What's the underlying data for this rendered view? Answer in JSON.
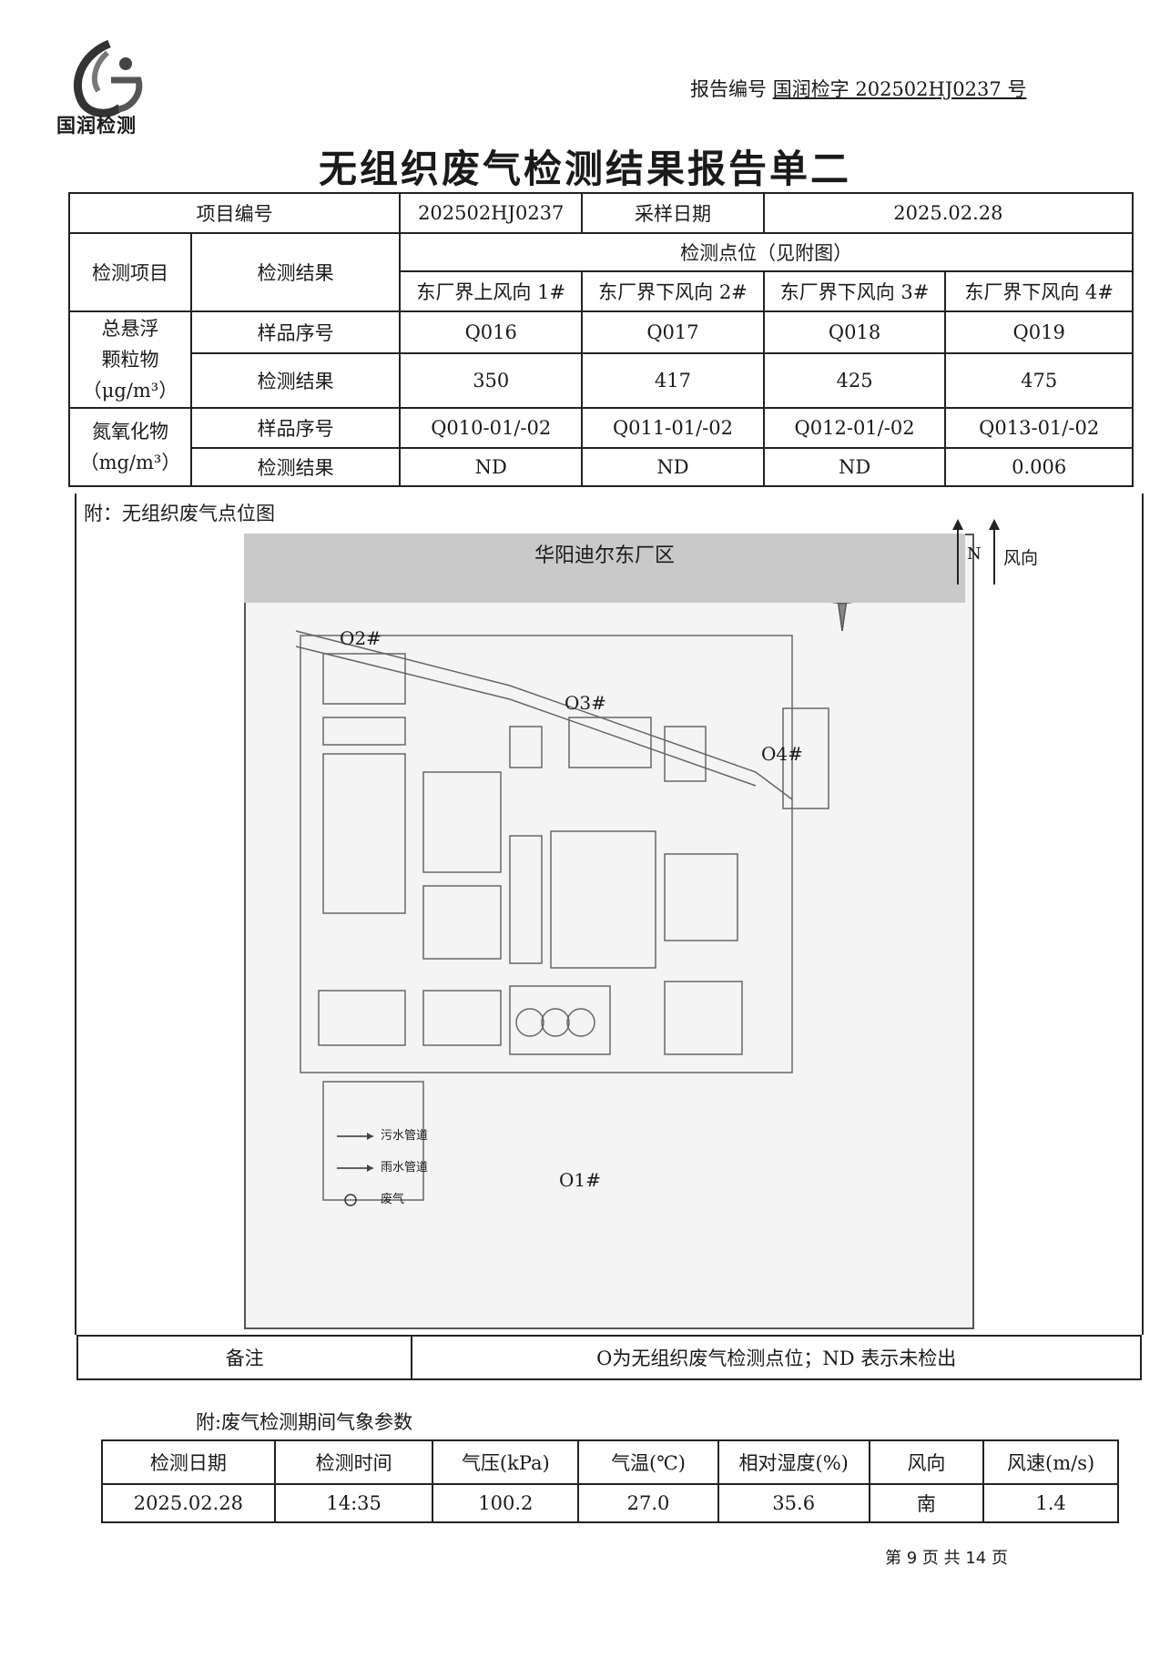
{
  "header": {
    "logo_text": "国润检测",
    "report_no_label": "报告编号",
    "report_no_value": "国润检字 202502HJ0237 号",
    "title": "无组织废气检测结果报告单二"
  },
  "meta": {
    "project_no_label": "项目编号",
    "project_no_value": "202502HJ0237",
    "sampling_date_label": "采样日期",
    "sampling_date_value": "2025.02.28"
  },
  "results": {
    "col_item": "检测项目",
    "col_result": "检测结果",
    "col_points": "检测点位（见附图）",
    "points": [
      "东厂界上风向 1#",
      "东厂界下风向 2#",
      "东厂界下风向 3#",
      "东厂界下风向 4#"
    ],
    "rows": [
      {
        "item_line1": "总悬浮",
        "item_line2": "颗粒物",
        "item_line3": "（μg/m³）",
        "sample_label": "样品序号",
        "samples": [
          "Q016",
          "Q017",
          "Q018",
          "Q019"
        ],
        "result_label": "检测结果",
        "values": [
          "350",
          "417",
          "425",
          "475"
        ]
      },
      {
        "item_line1": "氮氧化物",
        "item_line2": "（mg/m³）",
        "sample_label": "样品序号",
        "samples": [
          "Q010-01/-02",
          "Q011-01/-02",
          "Q012-01/-02",
          "Q013-01/-02"
        ],
        "result_label": "检测结果",
        "values": [
          "ND",
          "ND",
          "ND",
          "0.006"
        ]
      }
    ]
  },
  "annex": {
    "label": "附：无组织废气点位图",
    "map_title": "华阳迪尔东厂区",
    "north_label": "N",
    "wind_label": "风向",
    "points": [
      "O1#",
      "O2#",
      "O3#",
      "O4#"
    ],
    "legend": [
      "污水管道",
      "雨水管道",
      "废气"
    ]
  },
  "remark": {
    "label": "备注",
    "value": "O为无组织废气检测点位；ND 表示未检出"
  },
  "meteorology": {
    "title": "附:废气检测期间气象参数",
    "headers": [
      "检测日期",
      "检测时间",
      "气压(kPa)",
      "气温(℃)",
      "相对湿度(%)",
      "风向",
      "风速(m/s)"
    ],
    "values": [
      "2025.02.28",
      "14:35",
      "100.2",
      "27.0",
      "35.6",
      "南",
      "1.4"
    ]
  },
  "footer": {
    "page": "第 9 页 共 14 页"
  }
}
